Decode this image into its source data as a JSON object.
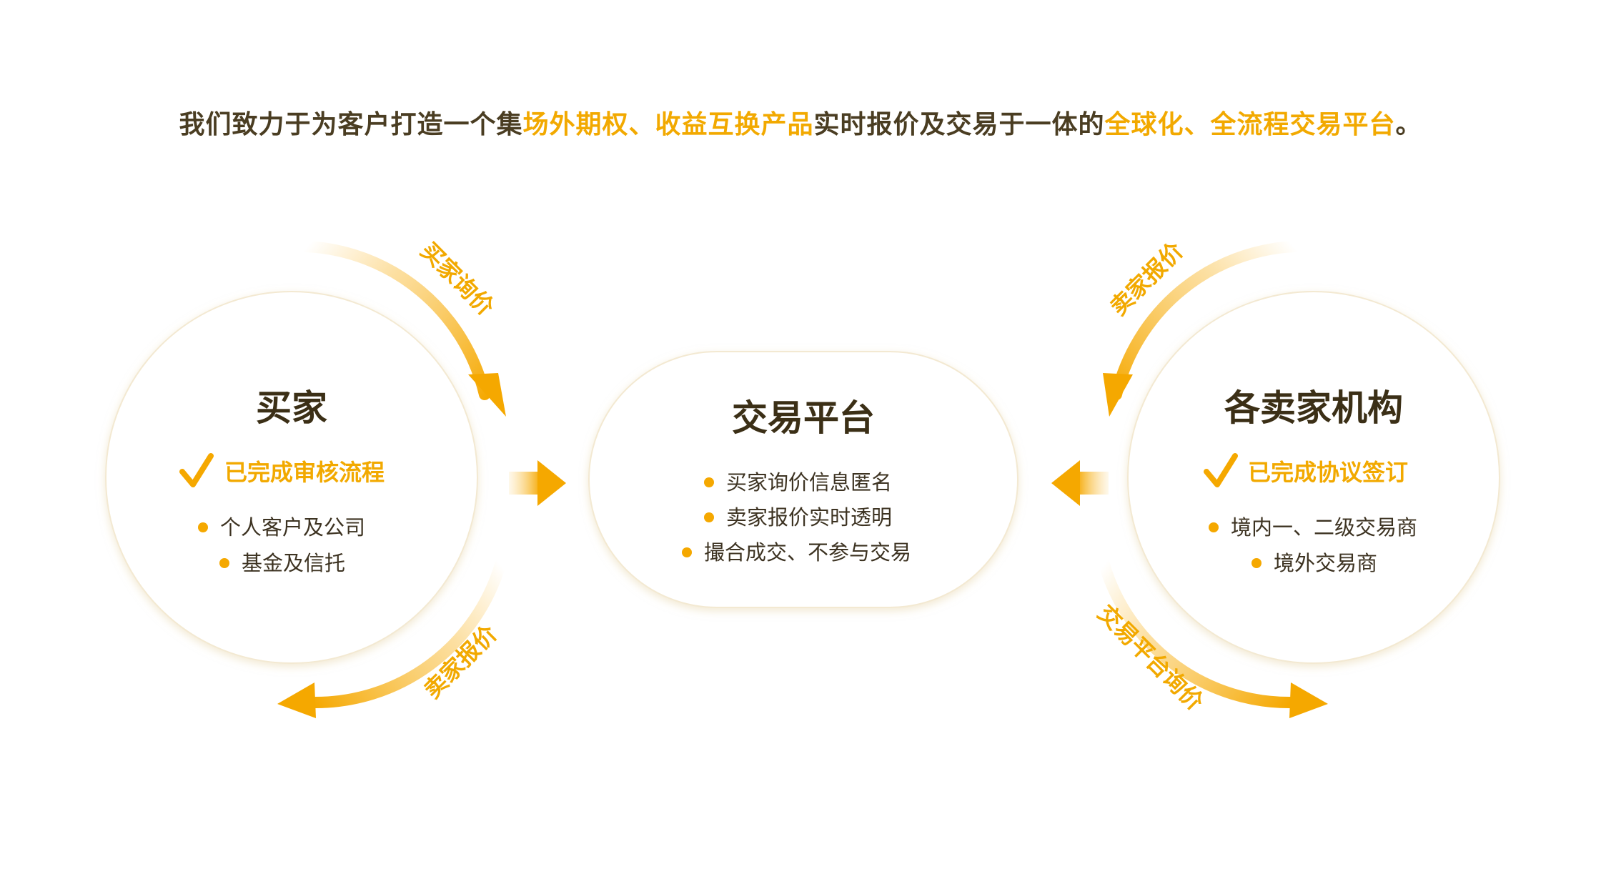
{
  "intro": {
    "segments": [
      {
        "text": "我们致力于为客户打造一个集",
        "highlight": false
      },
      {
        "text": "场外期权、收益互换产品",
        "highlight": true
      },
      {
        "text": "实时报价及交易于一体的",
        "highlight": false
      },
      {
        "text": "全球化、全流程交易平台",
        "highlight": true
      },
      {
        "text": "。",
        "highlight": false
      }
    ]
  },
  "nodes": {
    "buyer": {
      "title": "买家",
      "check_label": "已完成审核流程",
      "items": [
        "个人客户及公司",
        "基金及信托"
      ]
    },
    "platform": {
      "title": "交易平台",
      "items": [
        "买家询价信息匿名",
        "卖家报价实时透明",
        "撮合成交、不参与交易"
      ]
    },
    "sellers": {
      "title": "各卖家机构",
      "check_label": "已完成协议签订",
      "items": [
        "境内一、二级交易商",
        "境外交易商"
      ]
    }
  },
  "arrows": {
    "buyer_inquiry": "买家询价",
    "seller_quote_left": "卖家报价",
    "seller_quote_right": "卖家报价",
    "platform_inquiry": "交易平台询价"
  },
  "colors": {
    "accent": "#f2a900",
    "text_dark": "#3b2f16",
    "circle_fill": "#ffffff",
    "shadow": "#f3e7cc"
  },
  "icons": {
    "check": "check-icon",
    "bullet": "bullet-dot-icon",
    "arrow": "arrow-icon"
  }
}
